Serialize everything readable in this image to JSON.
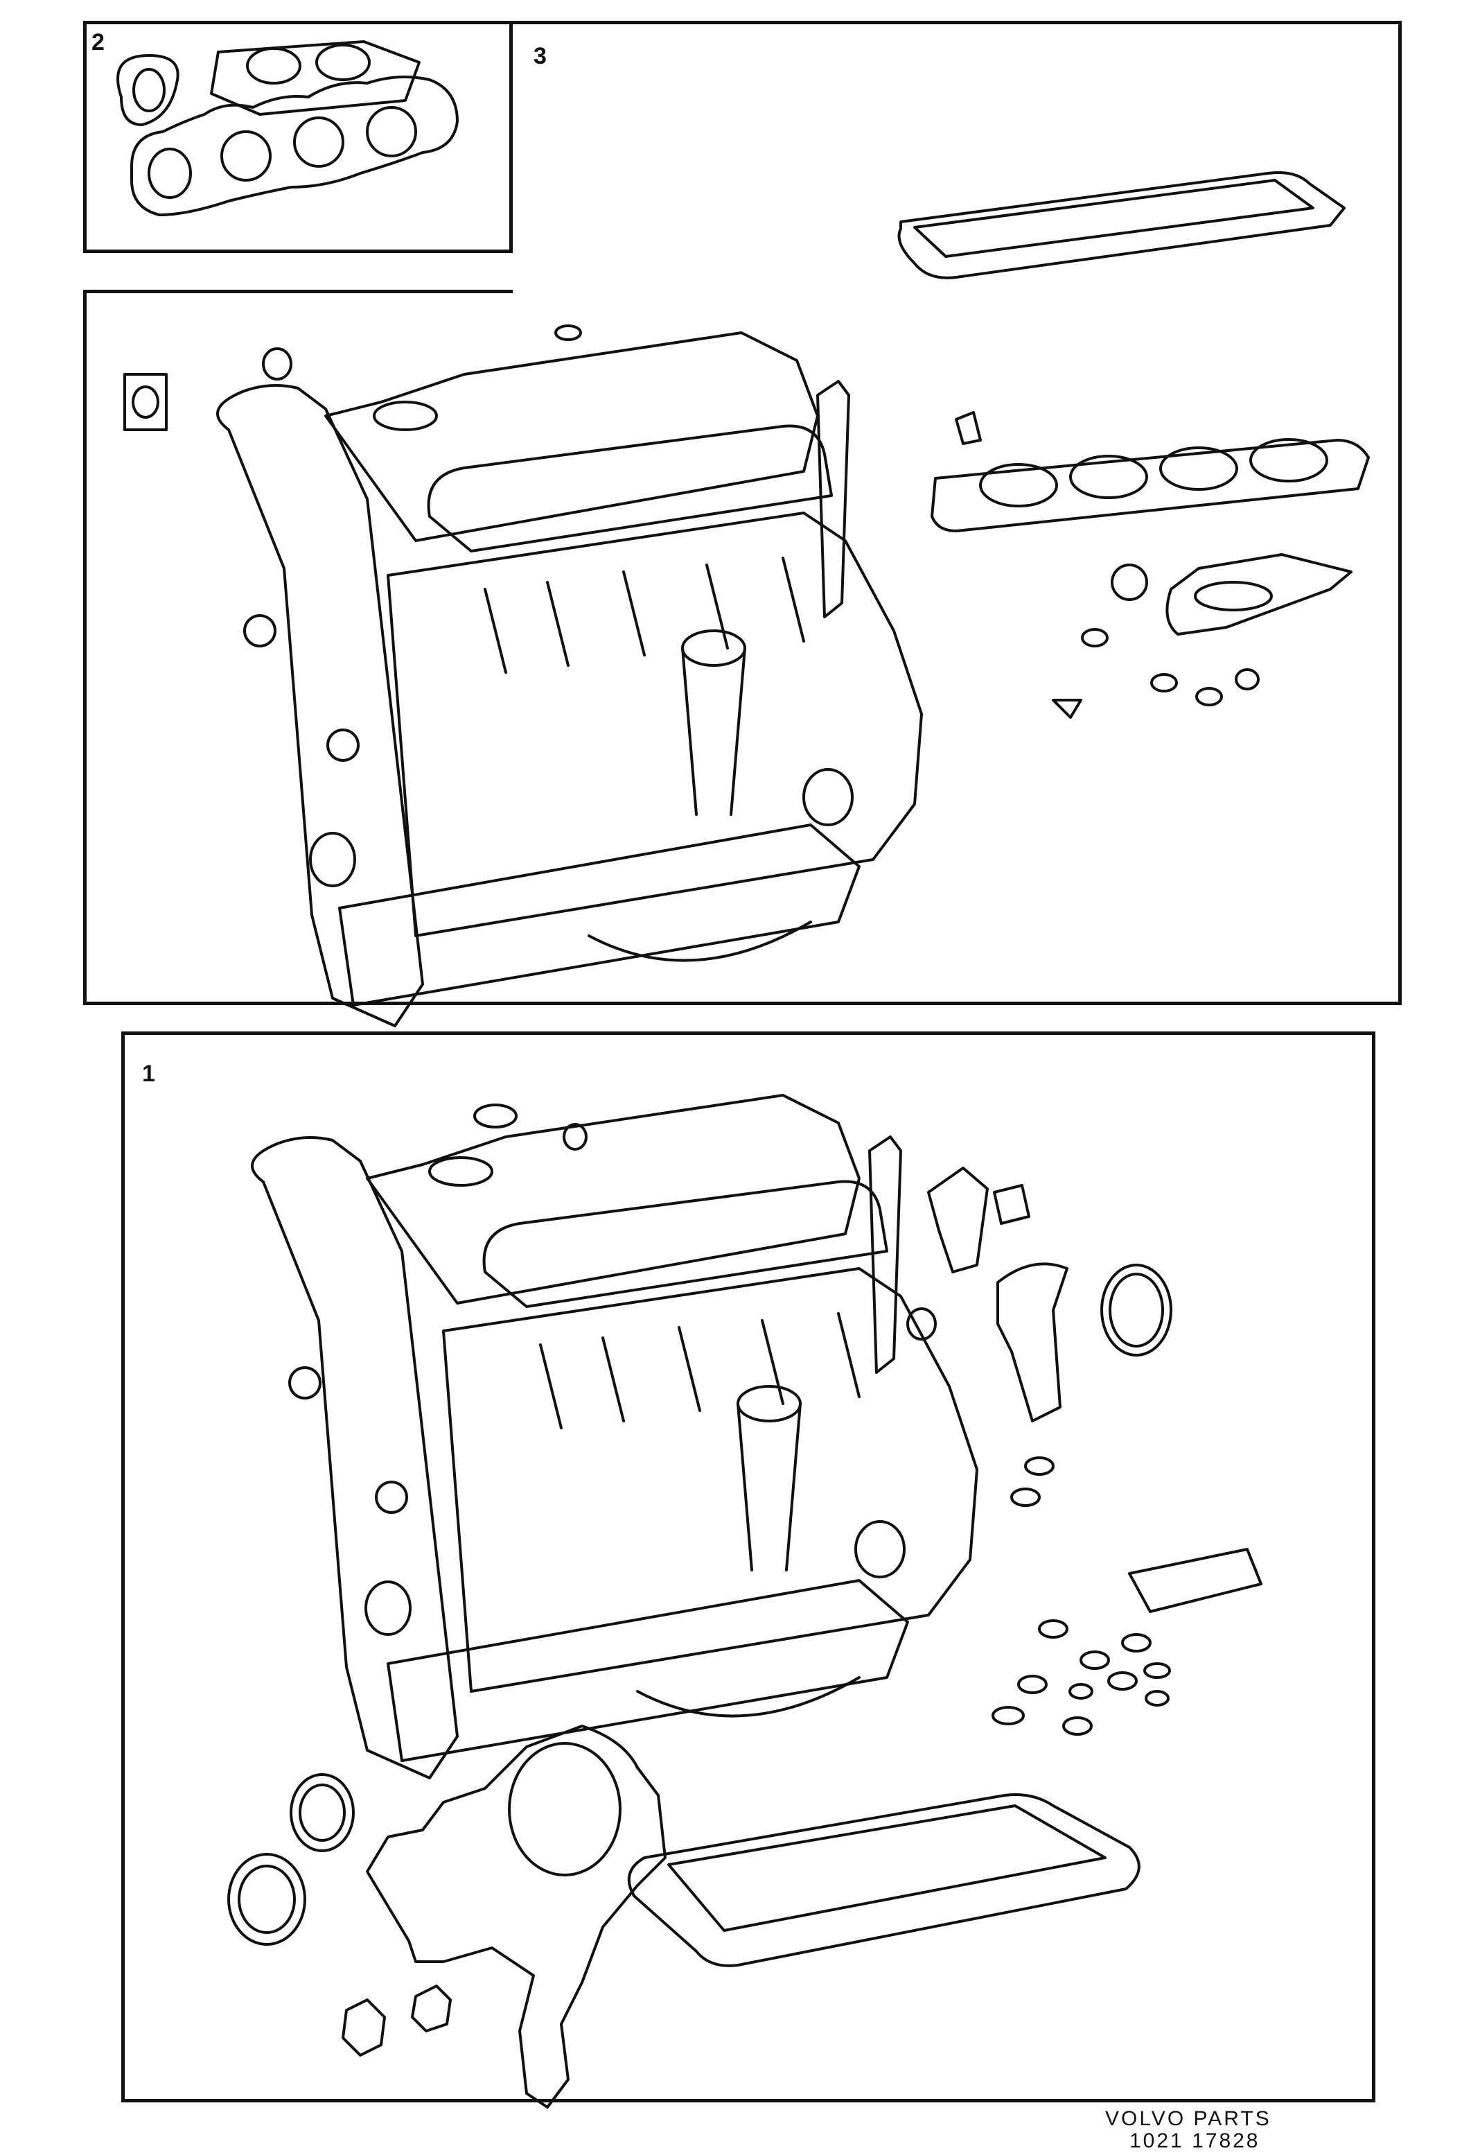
{
  "panels": [
    {
      "id": "2",
      "label": "2"
    },
    {
      "id": "3",
      "label": "3"
    },
    {
      "id": "1",
      "label": "1"
    }
  ],
  "footer": {
    "line1": "VOLVO  PARTS",
    "line2": "1021  17828"
  }
}
